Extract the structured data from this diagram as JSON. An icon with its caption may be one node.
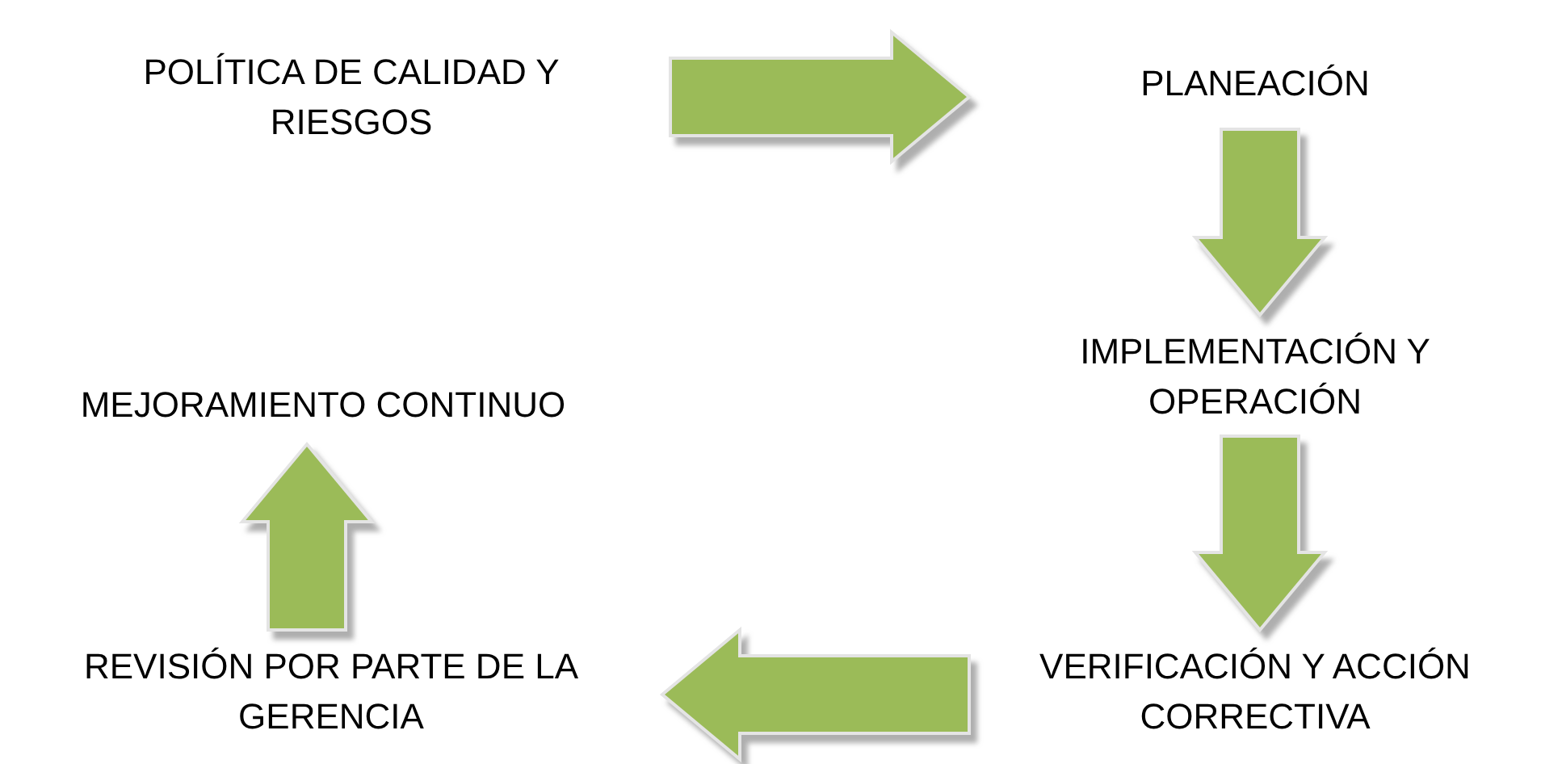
{
  "diagram": {
    "nodes": [
      {
        "text": [
          "POLÍTICA DE CALIDAD Y RIESGOS"
        ]
      },
      {
        "text": [
          "PLANEACIÓN"
        ]
      },
      {
        "text": [
          "IMPLEMENTACIÓN Y OPERACIÓN"
        ]
      },
      {
        "text": [
          "VERIFICACIÓN Y ACCIÓN CORRECTIVA"
        ]
      },
      {
        "text": [
          "REVISIÓN POR PARTE DE LA GERENCIA"
        ]
      },
      {
        "text": [
          "MEJORAMIENTO CONTINUO"
        ]
      }
    ],
    "edges": [
      {
        "from": 0,
        "to": 1,
        "arrow": "to"
      },
      {
        "from": 1,
        "to": 2,
        "arrow": "to"
      },
      {
        "from": 2,
        "to": 3,
        "arrow": "to"
      },
      {
        "from": 3,
        "to": 4,
        "arrow": "to"
      },
      {
        "from": 4,
        "to": 5,
        "arrow": "to"
      }
    ]
  }
}
